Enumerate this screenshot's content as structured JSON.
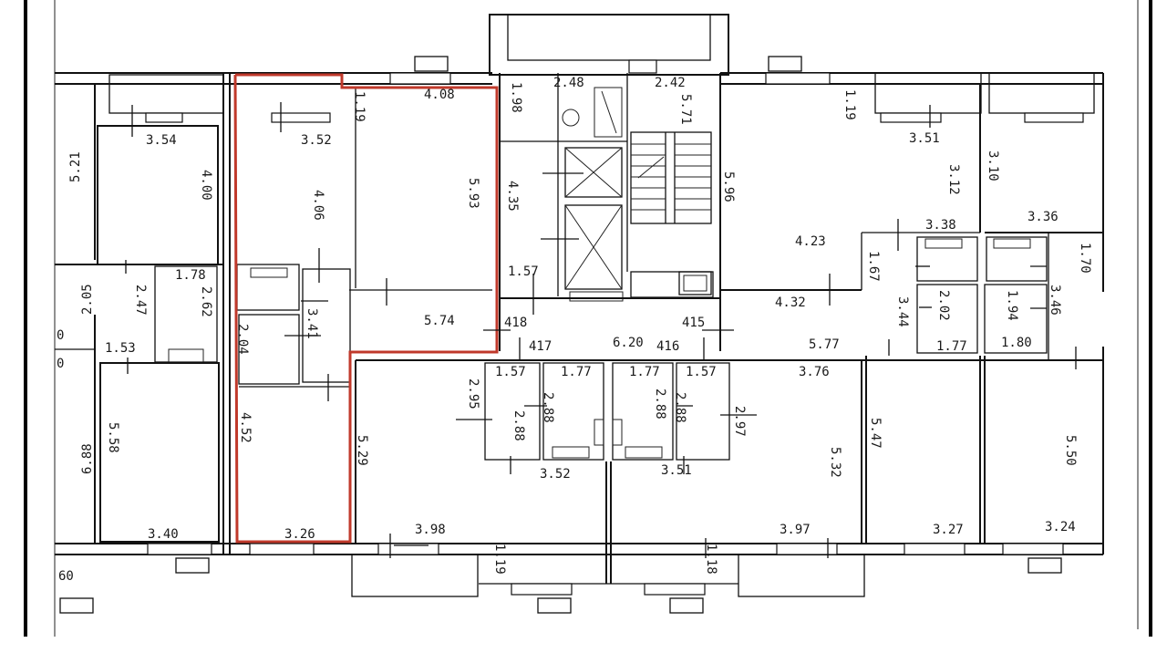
{
  "floor_plan": {
    "highlight_color": "#c0392b",
    "dimensions": {
      "d01": "4.08",
      "d02": "3.52",
      "d03": "1.19",
      "d04": "4.06",
      "d05": "5.93",
      "d06": "5.74",
      "d07": "3.41",
      "d08": "2.04",
      "d09": "4.52",
      "d10": "3.26",
      "d11": "5.29",
      "d12": "3.54",
      "d13": "4.00",
      "d14": "5.21",
      "d15": "1.78",
      "d16": "2.62",
      "d17": "2.47",
      "d18": "2.05",
      "d19": "1.53",
      "d20": "5.58",
      "d21": "6.88",
      "d22": "3.40",
      "d23": "60",
      "d24": "0",
      "d25": "0",
      "d26": "2.48",
      "d27": "1.98",
      "d28": "4.35",
      "d29": "1.57",
      "d30": "418",
      "d31": "2.42",
      "d32": "5.71",
      "d33": "5.96",
      "d34": "415",
      "d35": "417",
      "d36": "6.20",
      "d37": "416",
      "d38": "1.57",
      "d39": "1.77",
      "d40": "1.77",
      "d41": "1.57",
      "d42": "2.95",
      "d43": "2.88",
      "d44": "2.88",
      "d45": "2.88",
      "d46": "2.88",
      "d47": "2.97",
      "d48": "3.52",
      "d49": "3.51",
      "d50": "3.98",
      "d51": "1.19",
      "d52": "3.97",
      "d53": "1.18",
      "d54": "1.19",
      "d55": "3.51",
      "d56": "3.12",
      "d57": "4.23",
      "d58": "4.32",
      "d59": "3.38",
      "d60": "1.67",
      "d61": "3.44",
      "d62": "2.02",
      "d63": "1.94",
      "d64": "1.77",
      "d65": "1.80",
      "d66": "3.10",
      "d67": "3.36",
      "d68": "1.70",
      "d69": "3.46",
      "d70": "5.77",
      "d71": "3.76",
      "d72": "5.32",
      "d73": "5.47",
      "d74": "3.27",
      "d75": "5.50",
      "d76": "3.24"
    }
  }
}
